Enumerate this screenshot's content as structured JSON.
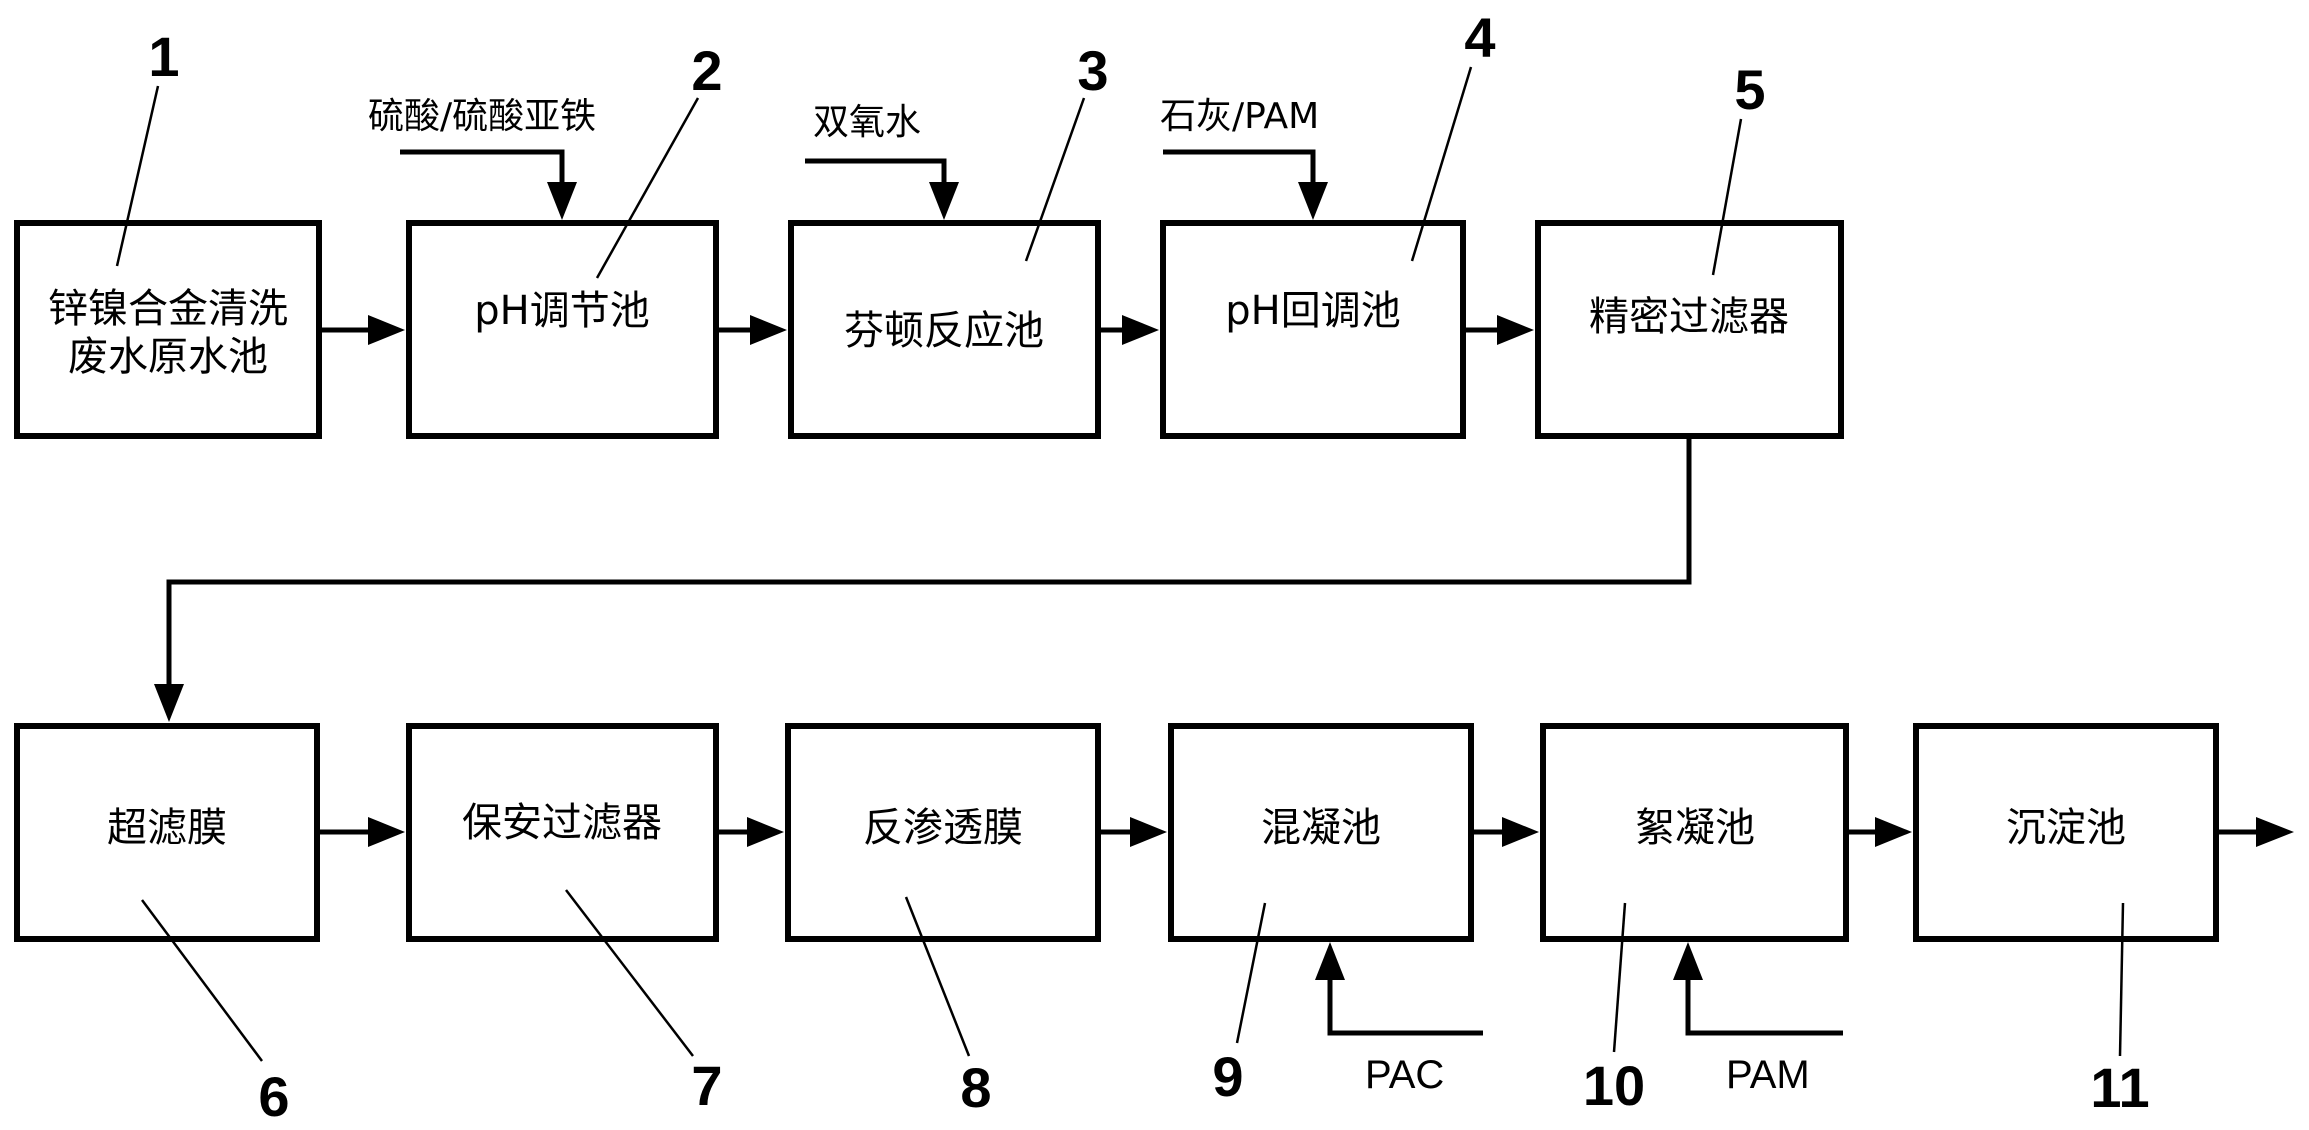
{
  "boxes": [
    {
      "num": "1",
      "lines": [
        "锌镍合金清洗",
        "废水原水池"
      ]
    },
    {
      "num": "2",
      "lines": [
        "pH调节池"
      ]
    },
    {
      "num": "3",
      "lines": [
        "芬顿反应池"
      ]
    },
    {
      "num": "4",
      "lines": [
        "pH回调池"
      ]
    },
    {
      "num": "5",
      "lines": [
        "精密过滤器"
      ]
    },
    {
      "num": "6",
      "lines": [
        "超滤膜"
      ]
    },
    {
      "num": "7",
      "lines": [
        "保安过滤器"
      ]
    },
    {
      "num": "8",
      "lines": [
        "反渗透膜"
      ]
    },
    {
      "num": "9",
      "lines": [
        "混凝池"
      ]
    },
    {
      "num": "10",
      "lines": [
        "絮凝池"
      ]
    },
    {
      "num": "11",
      "lines": [
        "沉淀池"
      ]
    }
  ],
  "inputs": {
    "box2": "硫酸/硫酸亚铁",
    "box3": "双氧水",
    "box4": "石灰/PAM",
    "box9": "PAC",
    "box10": "PAM"
  }
}
